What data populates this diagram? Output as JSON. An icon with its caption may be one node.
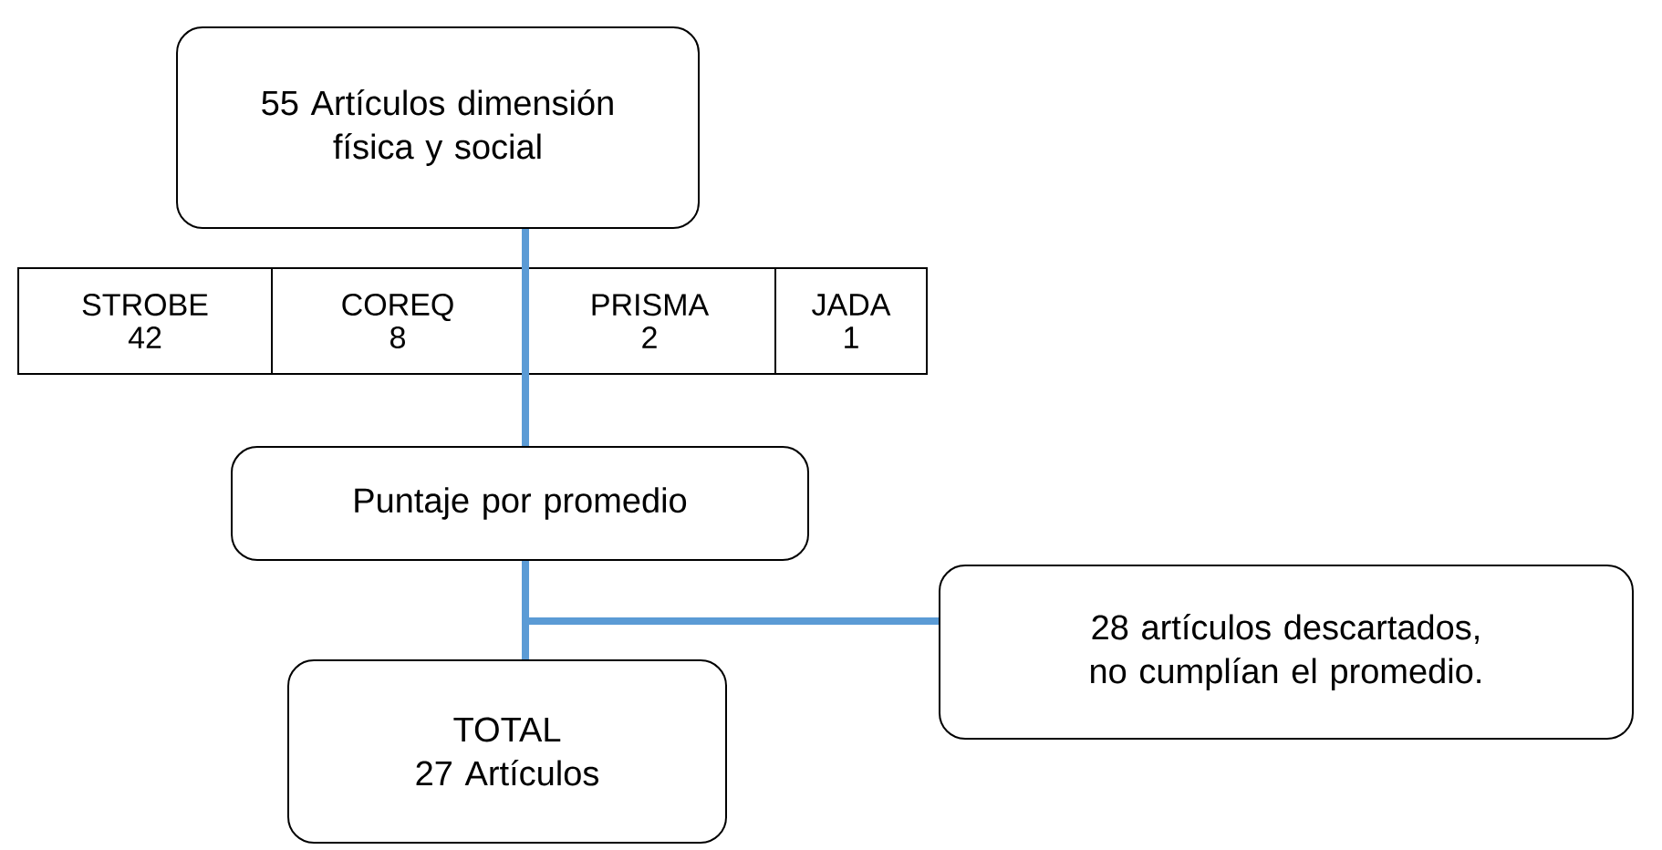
{
  "diagram": {
    "nodes": [
      {
        "text": [
          "55 Artículos dimensión física y social"
        ]
      },
      {
        "text": [
          "STROBE",
          "42"
        ]
      },
      {
        "text": [
          "COREQ",
          "8"
        ]
      },
      {
        "text": [
          "PRISMA",
          "2"
        ]
      },
      {
        "text": [
          "JADA",
          "1"
        ]
      },
      {
        "text": [
          "Puntaje por promedio"
        ]
      },
      {
        "text": [
          "28 artículos descartados, no cumplían el promedio."
        ]
      },
      {
        "text": [
          "TOTAL",
          "27 Artículos"
        ]
      }
    ],
    "edges": [
      {
        "from": 0,
        "to": 5,
        "arrow": "none"
      },
      {
        "from": 5,
        "to": 7,
        "arrow": "none"
      },
      {
        "from": 5,
        "to": 6,
        "arrow": "none"
      }
    ]
  }
}
